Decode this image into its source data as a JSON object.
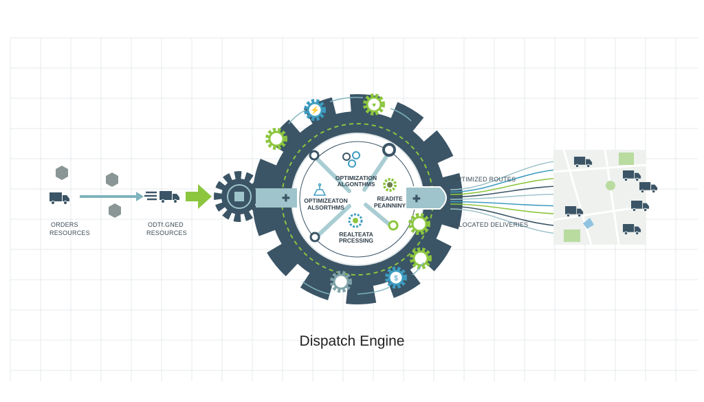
{
  "title": "Dispatch Engine",
  "inputs": {
    "orders_label_1": "ORDERS",
    "orders_label_2": "RESOURCES",
    "optimized_label_1": "ODTf.GNED",
    "optimized_label_2": "RESOURCES"
  },
  "engine": {
    "top_label_1": "OPTIMIZATION",
    "top_label_2": "ALGONTHMS",
    "left_label_1": "OPTIMIZEATON",
    "left_label_2": "ALSORTHMS",
    "right_label_1": "READITE",
    "right_label_2": "PEAINNINY",
    "bottom_label_1": "REALTEATA",
    "bottom_label_2": "PRCESSING"
  },
  "outputs": {
    "routes_label": "OPTIMIZED ROUTES",
    "deliveries_label": "ALLOCATED DELIVERIES"
  },
  "colors": {
    "dark": "#3b5566",
    "teal": "#3d9cc0",
    "green": "#8cc63f",
    "light_teal": "#9fc4cb",
    "grid": "#e6e9eb"
  }
}
